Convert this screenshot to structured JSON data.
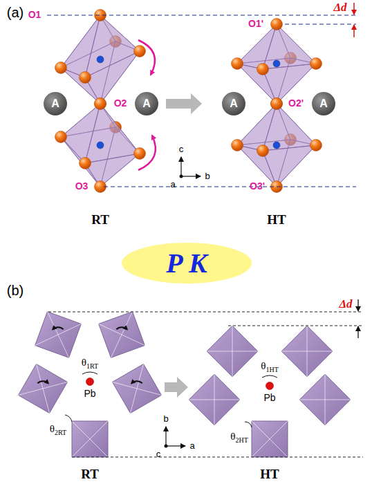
{
  "diagram": {
    "nodes": [
      {
        "text": [
          "A"
        ]
      },
      {
        "text": [
          "A"
        ]
      },
      {
        "text": [
          "A"
        ]
      },
      {
        "text": [
          "A"
        ]
      },
      {
        "text": [
          "P K"
        ]
      }
    ],
    "labels": [
      "(a)",
      "O1",
      "O2",
      "O3",
      "RT",
      "O1'",
      "O2'",
      "O3'",
      "HT",
      "Δd",
      "c",
      "a",
      "b",
      "(b)",
      "θ1RT",
      "Pb",
      "θ2RT",
      "θ1HT",
      "Pb",
      "θ2HT",
      "Δd",
      "b",
      "c",
      "a",
      "RT",
      "HT"
    ]
  }
}
